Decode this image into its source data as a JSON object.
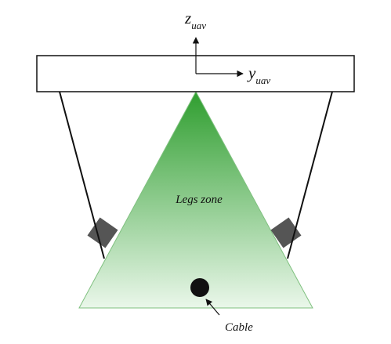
{
  "axes": {
    "z": {
      "symbol": "z",
      "subscript": "uav"
    },
    "y": {
      "symbol": "y",
      "subscript": "uav"
    }
  },
  "labels": {
    "legs_zone": "Legs zone",
    "cable": "Cable"
  },
  "colors": {
    "zone_top": "#2f9e2f",
    "zone_bottom": "#eaf7ea",
    "zone_outline": "#7fc07f",
    "stroke": "#111111",
    "foot": "#555555",
    "body_fill": "#ffffff"
  }
}
